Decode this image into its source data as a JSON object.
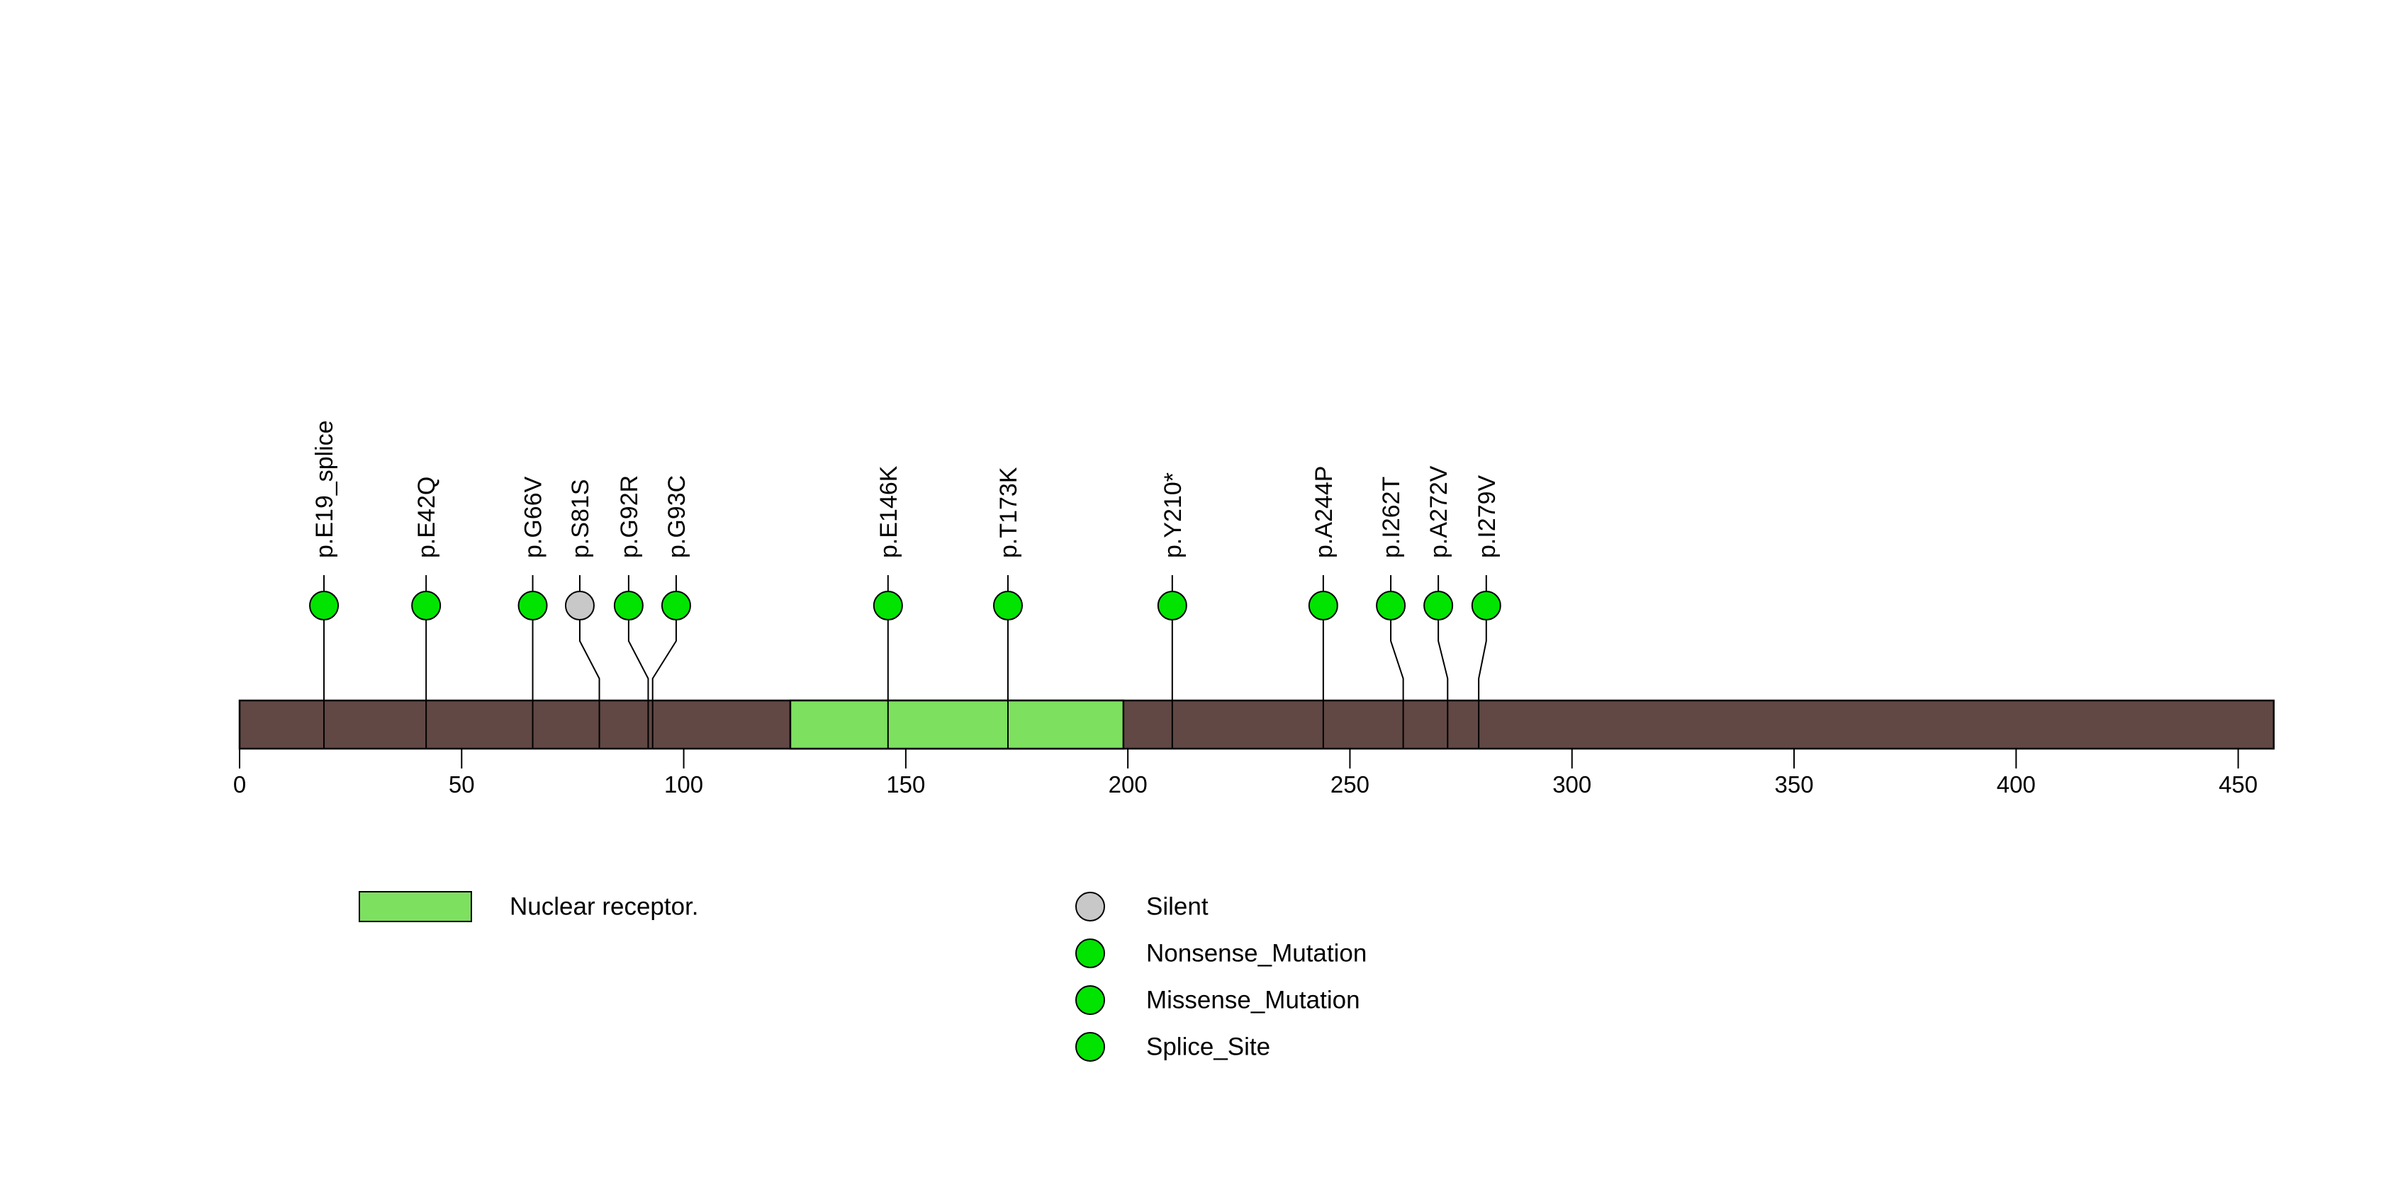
{
  "chart_data": {
    "type": "scatter",
    "subtype": "lollipop-mutation-plot",
    "title": "",
    "xlabel": "",
    "ylabel": "",
    "xlim": [
      0,
      458
    ],
    "protein_length": 458,
    "axis_ticks": [
      0,
      50,
      100,
      150,
      200,
      250,
      300,
      350,
      400,
      450
    ],
    "grid": false,
    "track_color": "#614845",
    "domains": [
      {
        "name": "Nuclear receptor.",
        "start": 124,
        "end": 199,
        "color": "#7de05f"
      }
    ],
    "mutations": [
      {
        "label": "p.E19_splice",
        "pos": 19,
        "display_pos": 19,
        "type": "Splice_Site",
        "color": "#00e400"
      },
      {
        "label": "p.E42Q",
        "pos": 42,
        "display_pos": 42,
        "type": "Missense_Mutation",
        "color": "#00e400"
      },
      {
        "label": "p.G66V",
        "pos": 66,
        "display_pos": 66,
        "type": "Missense_Mutation",
        "color": "#00e400"
      },
      {
        "label": "p.S81S",
        "pos": 81,
        "display_pos": 76.6,
        "type": "Silent",
        "color": "#c8c8c8"
      },
      {
        "label": "p.G92R",
        "pos": 92,
        "display_pos": 87.6,
        "type": "Missense_Mutation",
        "color": "#00e400"
      },
      {
        "label": "p.G93C",
        "pos": 93,
        "display_pos": 98.3,
        "type": "Missense_Mutation",
        "color": "#00e400"
      },
      {
        "label": "p.E146K",
        "pos": 146,
        "display_pos": 146,
        "type": "Missense_Mutation",
        "color": "#00e400"
      },
      {
        "label": "p.T173K",
        "pos": 173,
        "display_pos": 173,
        "type": "Missense_Mutation",
        "color": "#00e400"
      },
      {
        "label": "p.Y210*",
        "pos": 210,
        "display_pos": 210,
        "type": "Nonsense_Mutation",
        "color": "#00e400"
      },
      {
        "label": "p.A244P",
        "pos": 244,
        "display_pos": 244,
        "type": "Missense_Mutation",
        "color": "#00e400"
      },
      {
        "label": "p.I262T",
        "pos": 262,
        "display_pos": 259.2,
        "type": "Missense_Mutation",
        "color": "#00e400"
      },
      {
        "label": "p.A272V",
        "pos": 272,
        "display_pos": 269.9,
        "type": "Missense_Mutation",
        "color": "#00e400"
      },
      {
        "label": "p.I279V",
        "pos": 279,
        "display_pos": 280.7,
        "type": "Missense_Mutation",
        "color": "#00e400"
      }
    ],
    "legend_domains": [
      {
        "label": "Nuclear receptor.",
        "color": "#7de05f"
      }
    ],
    "legend_types": [
      {
        "label": "Silent",
        "color": "#c8c8c8"
      },
      {
        "label": "Nonsense_Mutation",
        "color": "#00e400"
      },
      {
        "label": "Missense_Mutation",
        "color": "#00e400"
      },
      {
        "label": "Splice_Site",
        "color": "#00e400"
      }
    ],
    "colors": {
      "background": "#ffffff",
      "outline": "#000000",
      "text": "#000000"
    }
  }
}
